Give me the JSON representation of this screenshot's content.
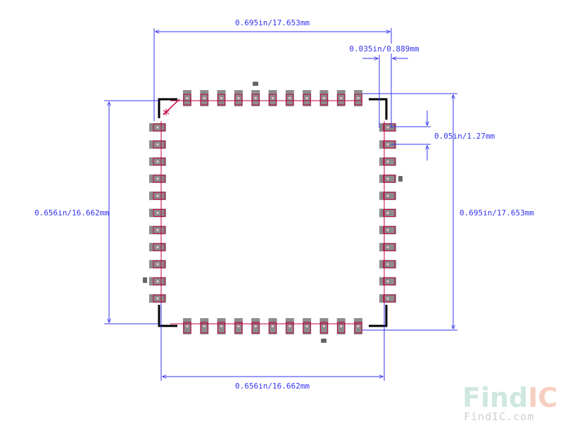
{
  "dimensions": {
    "top_width": "0.695in/17.653mm",
    "pad_width": "0.035in/0.889mm",
    "pitch": "0.05in/1.27mm",
    "right_height": "0.695in/17.653mm",
    "left_height": "0.656in/16.662mm",
    "bottom_width": "0.656in/16.662mm"
  },
  "package": {
    "pins_per_side": 11,
    "pin1_marker": "*"
  },
  "watermark": {
    "logo_part1": "Find",
    "logo_part2": "IC",
    "site": "FindIC.com"
  },
  "colors": {
    "dimension": "#3333ee",
    "pad": "#8c8c8c",
    "pad_outline": "#c0003c",
    "outline": "#000000",
    "logo_find": "#cfe8df",
    "logo_ic": "#f6cfc0",
    "logo_site": "#cfcfcf"
  }
}
